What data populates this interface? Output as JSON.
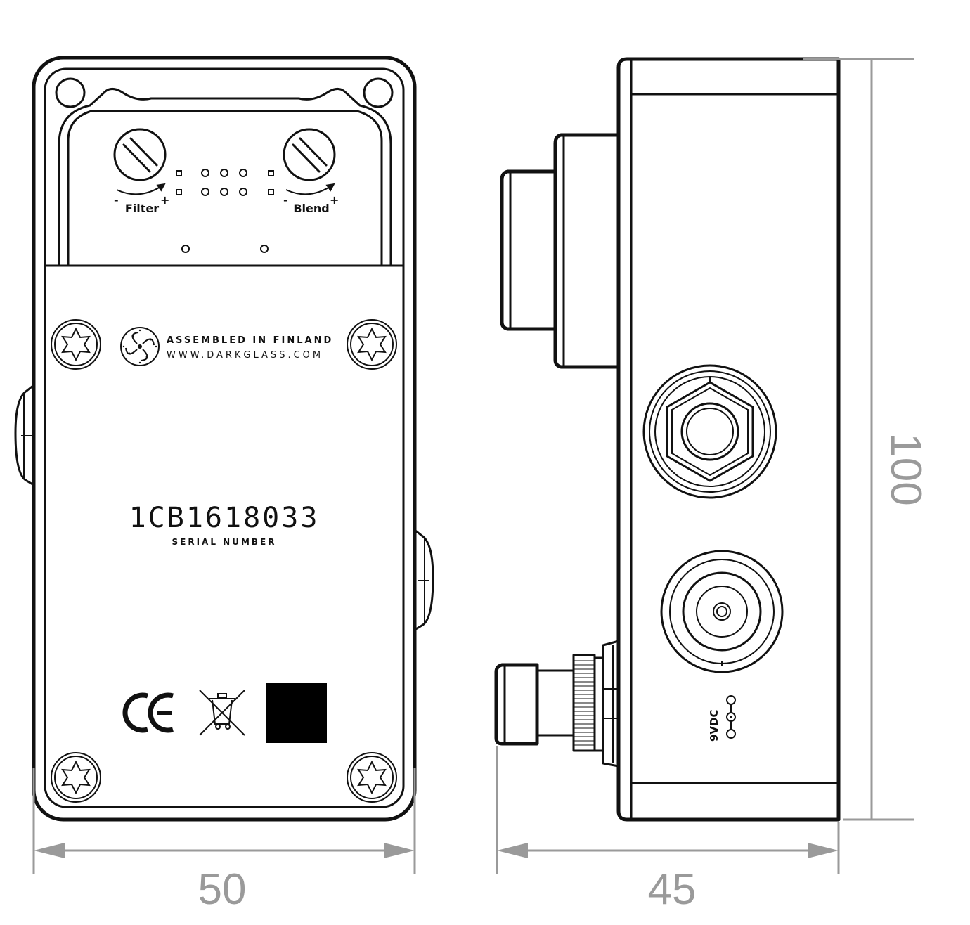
{
  "front": {
    "filter_label": "Filter",
    "blend_label": "Blend",
    "minus": "-",
    "plus": "+",
    "assembled": "ASSEMBLED IN FINLAND",
    "website": "WWW.DARKGLASS.COM",
    "serial": "1CB1618033",
    "serial_caption": "SERIAL NUMBER"
  },
  "side": {
    "power_label": "9VDC"
  },
  "dimensions": {
    "width": "50",
    "depth": "45",
    "height": "100"
  },
  "colors": {
    "line": "#111111",
    "dimension": "#9a9a9a"
  }
}
